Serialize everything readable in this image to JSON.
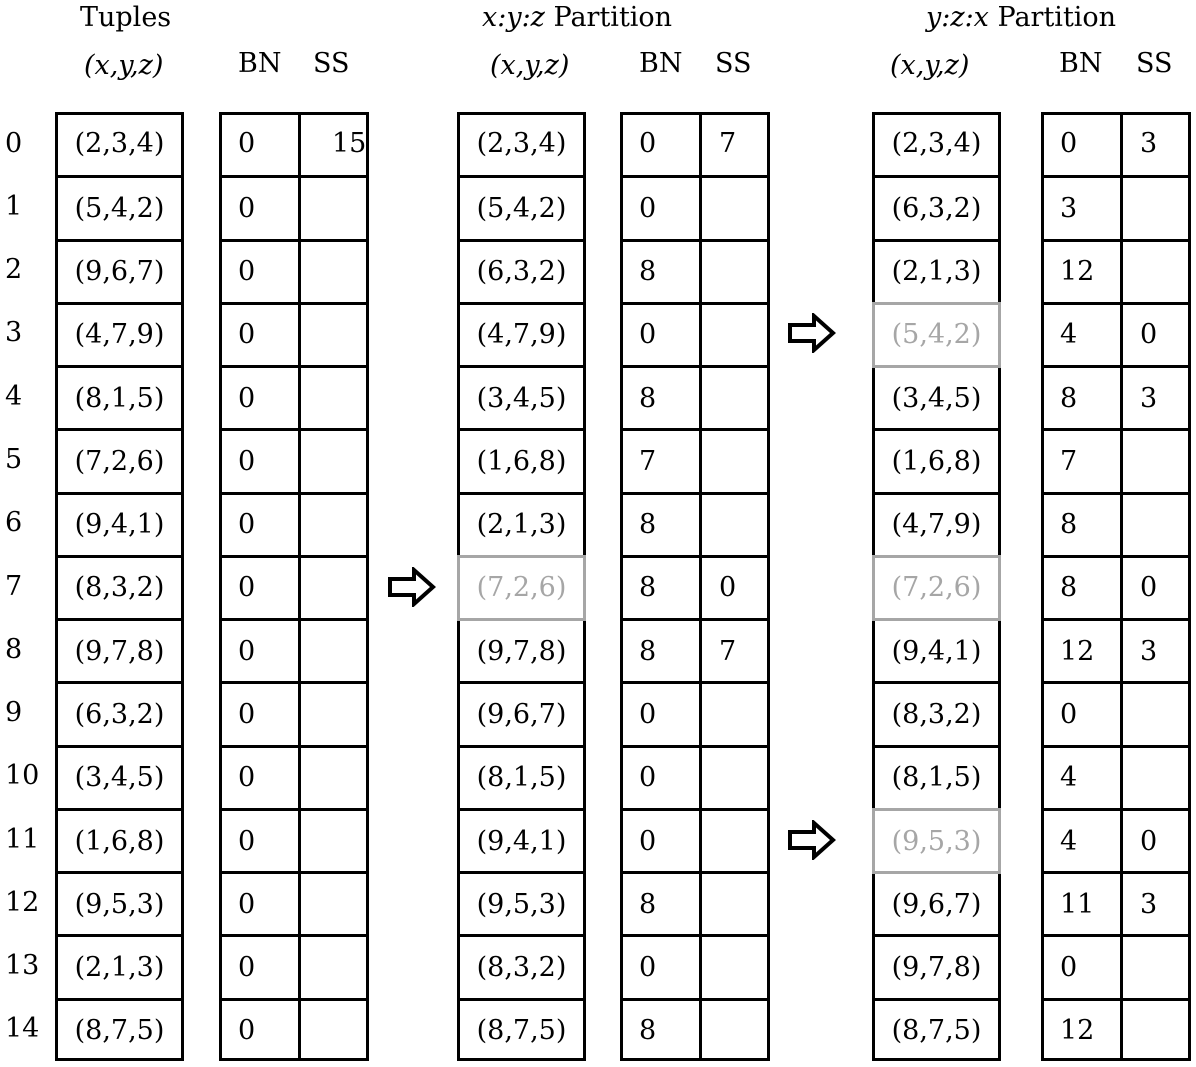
{
  "rows": [
    "0",
    "1",
    "2",
    "3",
    "4",
    "5",
    "6",
    "7",
    "8",
    "9",
    "10",
    "11",
    "12",
    "13",
    "14"
  ],
  "headers": {
    "p1_title": "Tuples",
    "p2_title_axes": "x:y:z",
    "p3_title_axes": "y:z:x",
    "partition_word": "Partition",
    "tuple_label": "(x,y,z)",
    "bn": "BN",
    "ss": "SS"
  },
  "panels": [
    {
      "tuples": [
        "(2,3,4)",
        "(5,4,2)",
        "(9,6,7)",
        "(4,7,9)",
        "(8,1,5)",
        "(7,2,6)",
        "(9,4,1)",
        "(8,3,2)",
        "(9,7,8)",
        "(6,3,2)",
        "(3,4,5)",
        "(1,6,8)",
        "(9,5,3)",
        "(2,1,3)",
        "(8,7,5)"
      ],
      "bn": [
        "0",
        "0",
        "0",
        "0",
        "0",
        "0",
        "0",
        "0",
        "0",
        "0",
        "0",
        "0",
        "0",
        "0",
        "0"
      ],
      "ss": [
        "15",
        "",
        "",
        "",
        "",
        "",
        "",
        "",
        "",
        "",
        "",
        "",
        "",
        "",
        ""
      ],
      "gray_rows": []
    },
    {
      "tuples": [
        "(2,3,4)",
        "(5,4,2)",
        "(6,3,2)",
        "(4,7,9)",
        "(3,4,5)",
        "(1,6,8)",
        "(2,1,3)",
        "(7,2,6)",
        "(9,7,8)",
        "(9,6,7)",
        "(8,1,5)",
        "(9,4,1)",
        "(9,5,3)",
        "(8,3,2)",
        "(8,7,5)"
      ],
      "bn": [
        "0",
        "0",
        "8",
        "0",
        "8",
        "7",
        "8",
        "8",
        "8",
        "0",
        "0",
        "0",
        "8",
        "0",
        "8"
      ],
      "ss": [
        "7",
        "",
        "",
        "",
        "",
        "",
        "",
        "0",
        "7",
        "",
        "",
        "",
        "",
        "",
        ""
      ],
      "gray_rows": [
        7
      ]
    },
    {
      "tuples": [
        "(2,3,4)",
        "(6,3,2)",
        "(2,1,3)",
        "(5,4,2)",
        "(3,4,5)",
        "(1,6,8)",
        "(4,7,9)",
        "(7,2,6)",
        "(9,4,1)",
        "(8,3,2)",
        "(8,1,5)",
        "(9,5,3)",
        "(9,6,7)",
        "(9,7,8)",
        "(8,7,5)"
      ],
      "bn": [
        "0",
        "3",
        "12",
        "4",
        "8",
        "7",
        "8",
        "8",
        "12",
        "0",
        "4",
        "4",
        "11",
        "0",
        "12"
      ],
      "ss": [
        "3",
        "",
        "",
        "0",
        "3",
        "",
        "",
        "0",
        "3",
        "",
        "",
        "0",
        "3",
        "",
        ""
      ],
      "gray_rows": [
        3,
        7,
        11
      ]
    }
  ],
  "arrows": [
    {
      "panel": 1,
      "row": 7
    },
    {
      "panel": 2,
      "row": 3
    },
    {
      "panel": 2,
      "row": 11
    }
  ],
  "colors": {
    "line": "#000000",
    "highlight": "#a6a6a6"
  }
}
